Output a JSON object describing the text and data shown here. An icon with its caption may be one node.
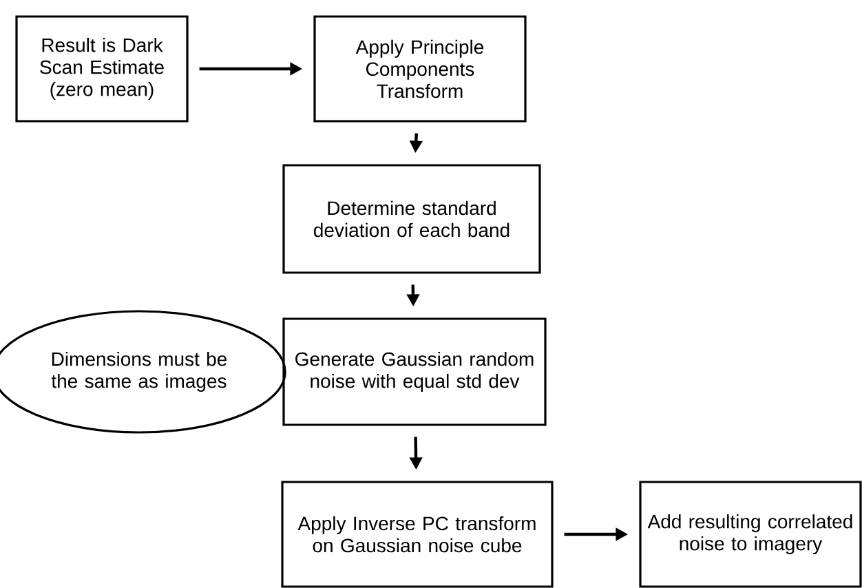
{
  "diagram": {
    "nodes": [
      {
        "text": [
          "Result is Dark Scan Estimate (zero mean)"
        ]
      },
      {
        "text": [
          "Apply Principle Components Transform"
        ]
      },
      {
        "text": [
          "Determine standard deviation of each band"
        ]
      },
      {
        "text": [
          "Generate Gaussian random noise with equal std dev"
        ]
      },
      {
        "text": [
          "Dimensions must be the same as images"
        ]
      },
      {
        "text": [
          "Apply Inverse PC transform on Gaussian noise cube"
        ]
      },
      {
        "text": [
          "Add resulting correlated noise to imagery"
        ]
      }
    ],
    "edges": [
      {
        "from": 0,
        "to": 1,
        "arrow": "to"
      },
      {
        "from": 1,
        "to": 2,
        "arrow": "to"
      },
      {
        "from": 2,
        "to": 3,
        "arrow": "to"
      },
      {
        "from": 3,
        "to": 5,
        "arrow": "to"
      },
      {
        "from": 5,
        "to": 6,
        "arrow": "to"
      }
    ]
  }
}
